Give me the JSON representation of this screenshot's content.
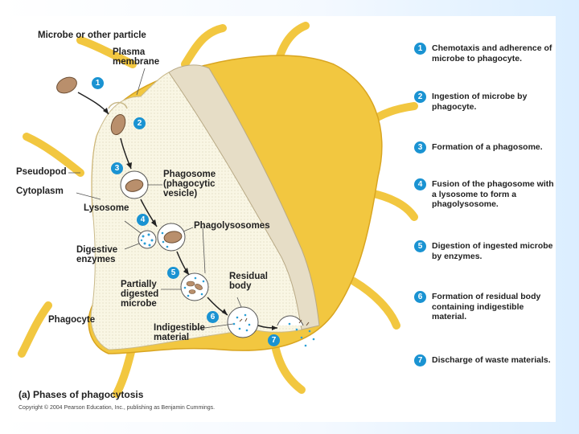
{
  "labels": {
    "microbe": "Microbe or other particle",
    "plasma_membrane": "Plasma membrane",
    "pseudopod": "Pseudopod",
    "cytoplasm": "Cytoplasm",
    "lysosome": "Lysosome",
    "digestive_enzymes": "Digestive enzymes",
    "phagosome": "Phagosome (phagocytic vesicle)",
    "phagolysosomes": "Phagolysosomes",
    "partially_digested": "Partially digested microbe",
    "residual_body": "Residual body",
    "indigestible": "Indigestible material",
    "phagocyte": "Phagocyte"
  },
  "steps": [
    {
      "num": "1",
      "text": "Chemotaxis and adherence of microbe to phagocyte."
    },
    {
      "num": "2",
      "text": "Ingestion of microbe by phagocyte."
    },
    {
      "num": "3",
      "text": "Formation of a phagosome."
    },
    {
      "num": "4",
      "text": "Fusion of the phagosome with a lysosome to form a phagolysosome."
    },
    {
      "num": "5",
      "text": "Digestion of ingested microbe by enzymes."
    },
    {
      "num": "6",
      "text": "Formation of residual body containing indigestible material."
    },
    {
      "num": "7",
      "text": "Discharge of waste materials."
    }
  ],
  "badges": [
    "1",
    "2",
    "3",
    "4",
    "5",
    "6",
    "7"
  ],
  "caption": {
    "part": "(a)",
    "title": "Phases of phagocytosis"
  },
  "copyright": "Copyright © 2004 Pearson Education, Inc., publishing as Benjamin Cummings.",
  "colors": {
    "cell": "#f2c740",
    "cell_dark": "#d9a520",
    "cytoplasm_section": "#f7f3d8",
    "cut_face": "#e8e2d0",
    "microbe": "#b98f6c",
    "enzyme_dots": "#2b9fd6",
    "badge": "#1a93d2"
  }
}
